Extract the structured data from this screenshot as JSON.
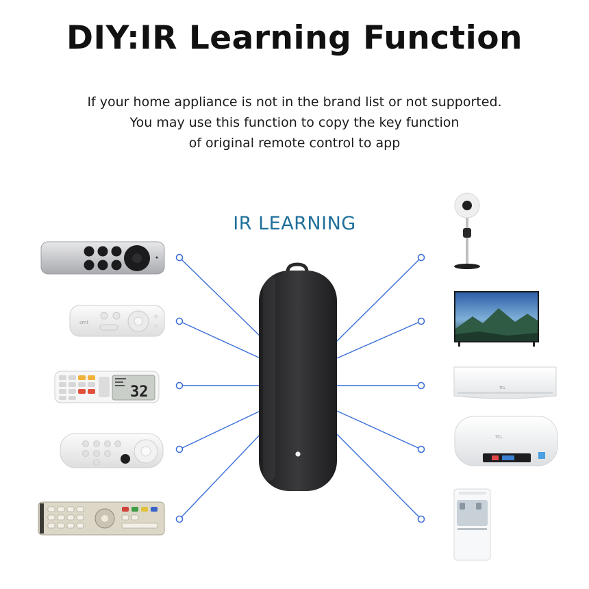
{
  "title": "DIY:IR Learning Function",
  "description": {
    "line1": "If your home appliance is not in the brand list or not supported.",
    "line2": "You may use this function to copy the key function",
    "line3": "of original remote control to app"
  },
  "subtitle": "IR LEARNING",
  "remotes": [
    "streaming-remote",
    "voice-remote",
    "air-conditioner-remote",
    "media-remote",
    "tv-remote"
  ],
  "appliances": [
    "stand-fan",
    "television",
    "air-conditioner",
    "water-heater",
    "water-dispenser"
  ],
  "brand_labels": {
    "voice_remote": "smt",
    "ac_remote_display": "32",
    "ac_brand": "TCL",
    "heater_brand": "TCL"
  },
  "colors": {
    "accent": "#1f6f9a",
    "line": "#3a6fd8",
    "device": "#2a2a2c"
  }
}
